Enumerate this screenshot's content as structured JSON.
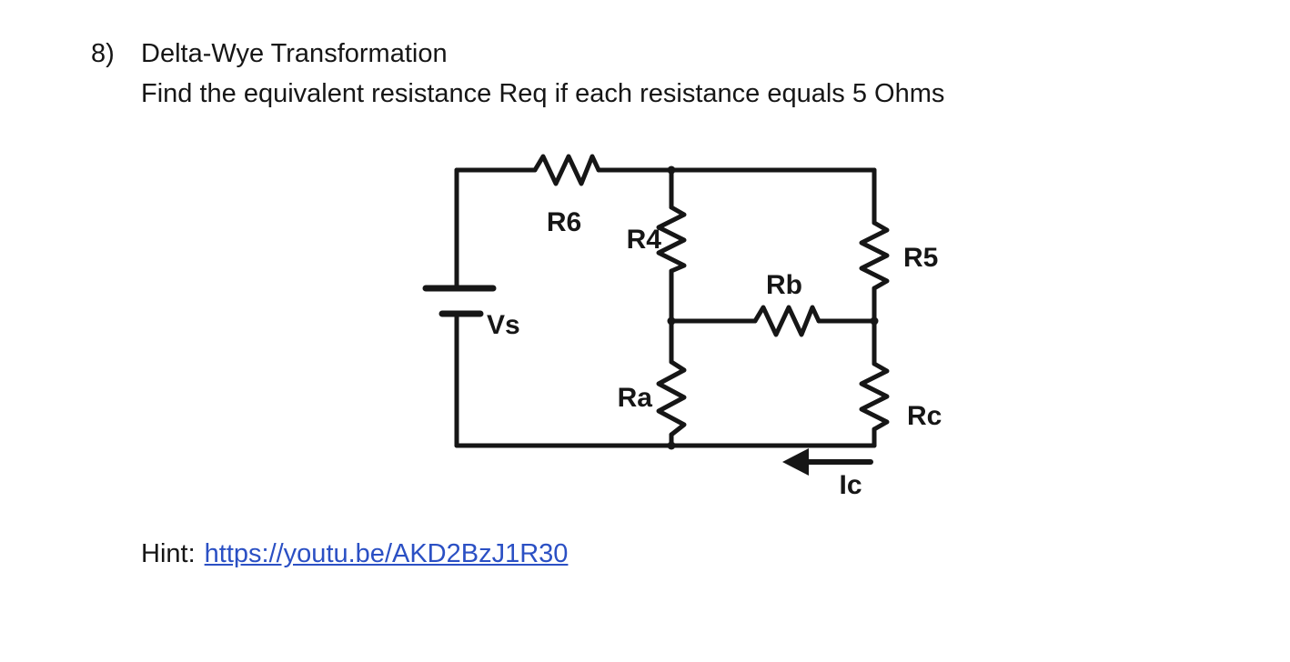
{
  "page": {
    "background": "#ffffff",
    "ink_color": "#161616"
  },
  "problem": {
    "number": "8)",
    "title": "Delta-Wye Transformation",
    "instruction": "Find the equivalent resistance Req if each resistance equals 5 Ohms"
  },
  "circuit": {
    "labels": {
      "vs": "Vs",
      "r6": "R6",
      "r4": "R4",
      "r5": "R5",
      "ra": "Ra",
      "rb": "Rb",
      "rc": "Rc",
      "ic": "Ic"
    }
  },
  "hint": {
    "label": "Hint:",
    "link_text": "https://youtu.be/AKD2BzJ1R30",
    "link_color": "#2b50c4"
  }
}
